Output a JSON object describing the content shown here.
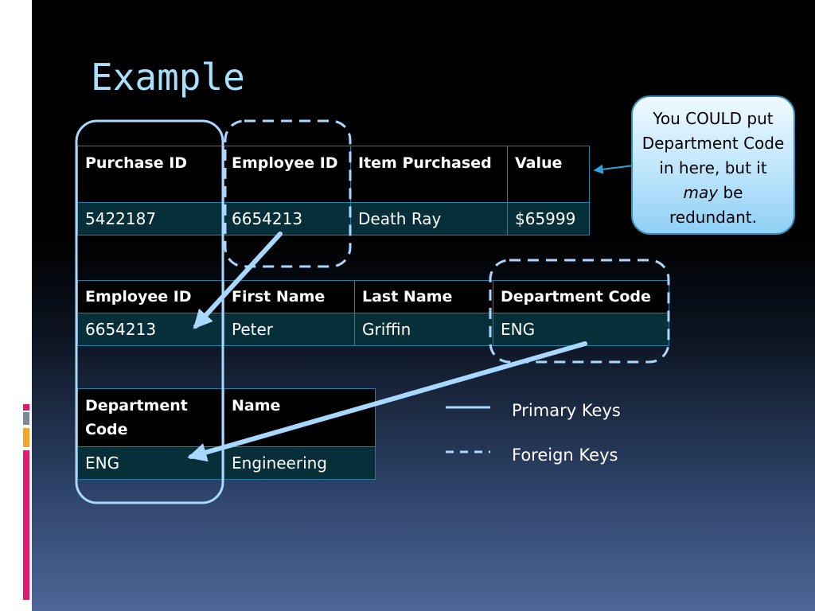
{
  "slide": {
    "title": "Example",
    "colors": {
      "title": "#a8e0ff",
      "key_outline": "#a8d8ff",
      "table_border": "#1f7fa8",
      "table_cell_bg": "#062f3a",
      "accent_pink": "#e5186f",
      "accent_orange": "#f5a623",
      "accent_gray": "#7a8a99"
    }
  },
  "tables": {
    "purchases": {
      "headers": [
        "Purchase ID",
        "Employee ID",
        "Item Purchased",
        "Value"
      ],
      "rows": [
        [
          "5422187",
          "6654213",
          "Death Ray",
          "$65999"
        ]
      ]
    },
    "employees": {
      "headers": [
        "Employee ID",
        "First Name",
        "Last Name",
        "Department Code"
      ],
      "rows": [
        [
          "6654213",
          "Peter",
          "Griffin",
          "ENG"
        ]
      ]
    },
    "departments": {
      "headers": [
        "Department Code",
        "Name"
      ],
      "rows": [
        [
          "ENG",
          "Engineering"
        ]
      ]
    }
  },
  "callout": {
    "text_before": "You COULD put Department Code in here, but it ",
    "emphasis": "may",
    "text_after": " be redundant."
  },
  "legend": {
    "primary": "Primary Keys",
    "foreign": "Foreign Keys"
  }
}
